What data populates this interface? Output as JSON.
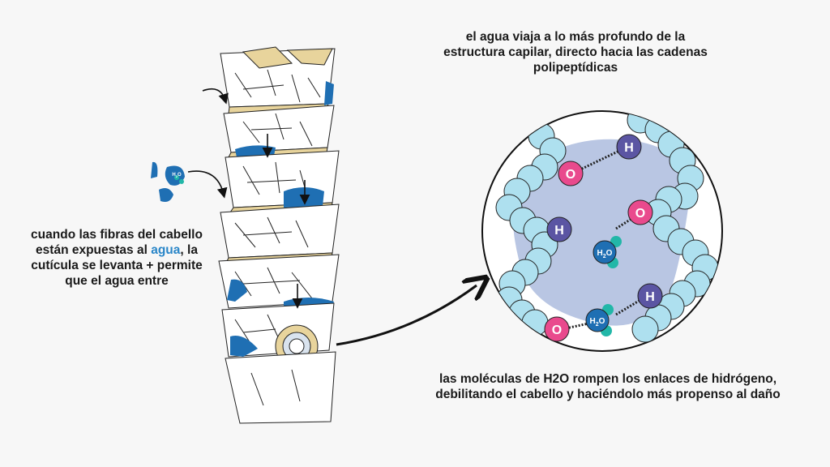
{
  "captions": {
    "top": "el agua viaja a lo más profundo de la estructura capilar, directo hacia las cadenas polipeptídicas",
    "left_before": "cuando las fibras del cabello están expuestas al ",
    "left_highlight": "agua",
    "left_after": ", la cutícula se levanta + permite que el agua entre",
    "bottom": "las moléculas de H2O rompen los enlaces de hidrógeno, debilitando el cabello y haciéndolo más propenso al daño"
  },
  "labels": {
    "hydrogen": "H",
    "oxygen": "O",
    "water_main": "H",
    "water_sub": "2",
    "water_end": "O"
  },
  "colors": {
    "water_blue": "#1f6fb3",
    "cuticle_tan": "#e8d49c",
    "chain_bead": "#aee0ef",
    "water_pool": "#b9c6e3",
    "oxygen_pink": "#e94a8d",
    "hydrogen_purple": "#5b55a3",
    "water_teal": "#22b7a8"
  }
}
